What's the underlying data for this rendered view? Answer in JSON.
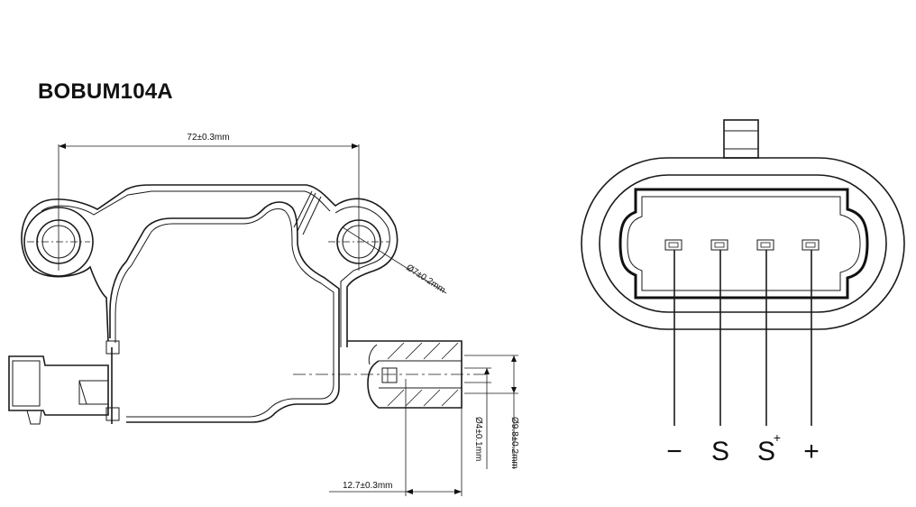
{
  "part_number": "BOBUM104A",
  "dimensions": {
    "hole_spacing": "72±0.3mm",
    "hole_diameter": "Ø7±0.2mm",
    "inner_bore": "Ø4±0.1mm",
    "outer_bore": "Ø9.8±0.2mm",
    "boot_depth": "12.7±0.3mm"
  },
  "connector_pins": [
    {
      "label": "−",
      "sup": ""
    },
    {
      "label": "S",
      "sup": ""
    },
    {
      "label": "S",
      "sup": "+"
    },
    {
      "label": "+",
      "sup": ""
    }
  ]
}
